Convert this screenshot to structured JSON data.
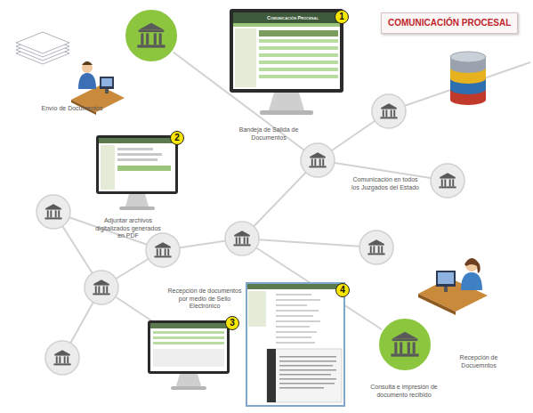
{
  "diagram": {
    "title": "COMUNICACIÓN PROCESAL",
    "labels": [
      "1",
      "Comunicación Procesal",
      "Envío de Documentos",
      "Bandeja de Salida de Documentos",
      "2",
      "Comunicación en todos los Juzgados del Estado",
      "Adjuntar archivos digitalizados generados en PDF",
      "Recepción de documentos por medio de Sello Electrónico",
      "4",
      "3",
      "Recepción de Docuemntos",
      "Consulta e impresión de documento recibido"
    ]
  }
}
